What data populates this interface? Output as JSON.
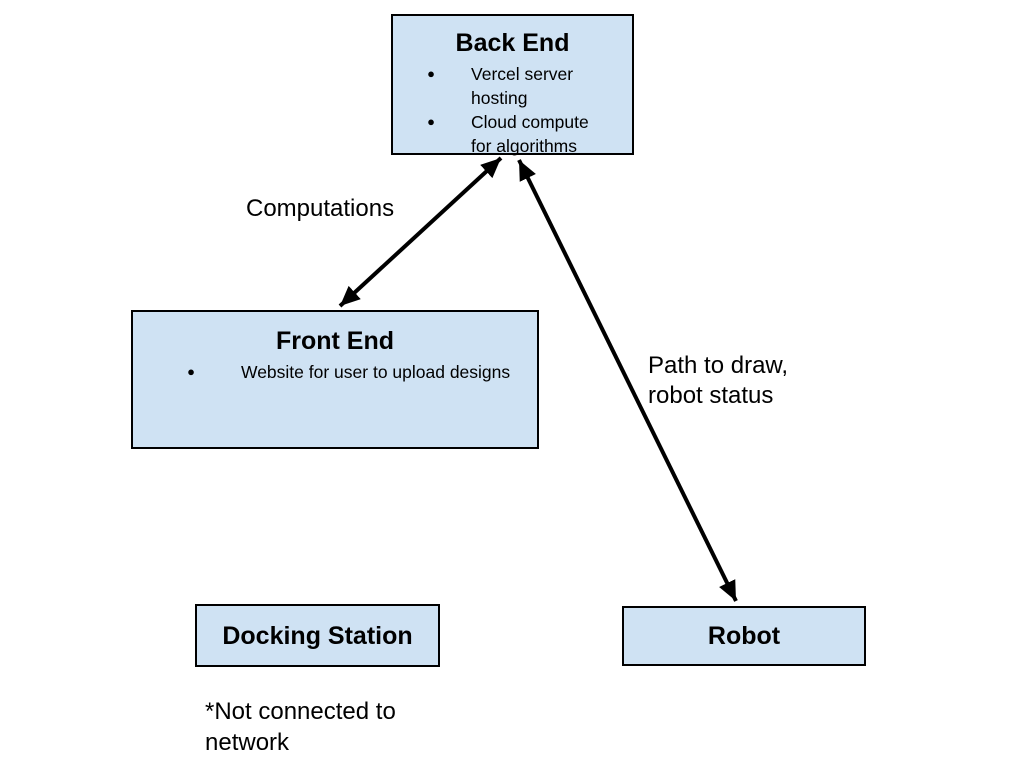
{
  "diagram": {
    "bullet_glyph": "●",
    "nodes": {
      "back_end": {
        "title": "Back End",
        "bullets": [
          "Vercel server hosting",
          "Cloud compute for algorithms"
        ]
      },
      "front_end": {
        "title": "Front End",
        "bullets": [
          "Website for user to upload designs"
        ]
      },
      "docking_station": {
        "title": "Docking Station"
      },
      "robot": {
        "title": "Robot"
      }
    },
    "edges": {
      "backend_frontend": {
        "label": "Computations",
        "style": "double-arrow"
      },
      "backend_robot": {
        "label": "Path to draw,\nrobot status",
        "style": "double-arrow"
      }
    },
    "note": "*Not connected to\nnetwork",
    "colors": {
      "node_fill": "#cfe2f3",
      "node_border": "#000000",
      "arrow": "#000000",
      "background": "#ffffff",
      "text": "#000000"
    }
  }
}
